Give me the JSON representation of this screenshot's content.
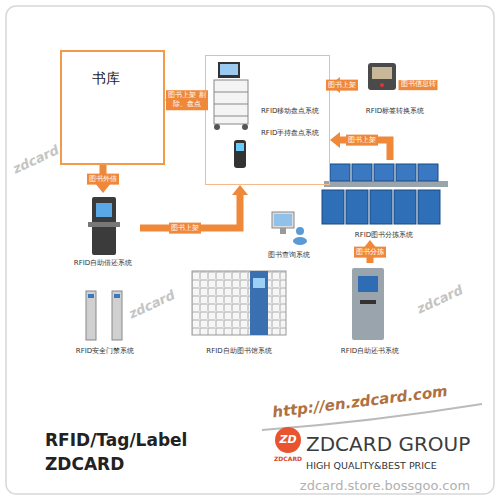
{
  "diagram": {
    "nodes": [
      {
        "text": [
          "书库"
        ]
      },
      {
        "text": [
          "RFID移动盘点系统",
          "RFID手持盘点系统"
        ]
      },
      {
        "text": [
          "RFID标签转换系统"
        ]
      },
      {
        "text": [
          "RFID图书分拣系统"
        ]
      },
      {
        "text": [
          "RFID自助借还系统"
        ]
      },
      {
        "text": [
          "图书查询系统"
        ]
      },
      {
        "text": [
          "RFID安全门禁系统"
        ]
      },
      {
        "text": [
          "RFID自助图书馆系统"
        ]
      },
      {
        "text": [
          "RFID自助还书系统"
        ]
      }
    ],
    "edges": [
      {
        "from": 1,
        "to": 0,
        "arrow": "to",
        "label": "图书上架 剔除、盘点"
      },
      {
        "from": 2,
        "to": 1,
        "arrow": "to",
        "label": "图书上架"
      },
      {
        "from": 0,
        "to": 4,
        "arrow": "to",
        "label": "图书外借"
      },
      {
        "from": 4,
        "to": 1,
        "arrow": "to",
        "label": "图书上架"
      },
      {
        "from": 3,
        "to": 1,
        "arrow": "to",
        "label": "图书上架"
      },
      {
        "from": 8,
        "to": 3,
        "arrow": "to",
        "label": "图书分拣"
      }
    ],
    "labels": [
      "图书信息转",
      "zdcard",
      "zdcard",
      "zdcard",
      "http://en.zdcard.com",
      "RFID/Tag/Label",
      "ZDCARD",
      "ZD",
      "ZDCARD",
      "ZDCARD GROUP",
      "HIGH QUALITY&BEST PRICE",
      "zdcard.store.bossgoo.com"
    ]
  }
}
